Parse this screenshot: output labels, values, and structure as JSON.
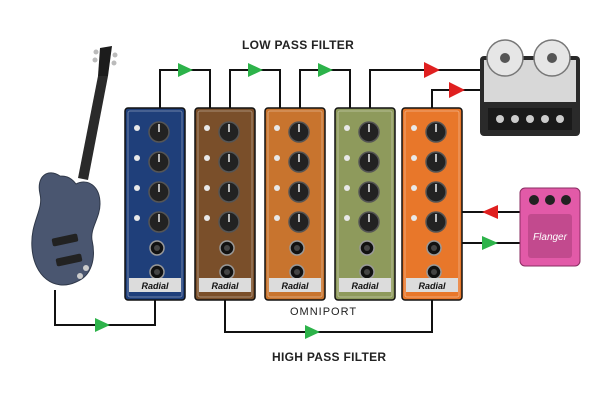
{
  "labels": {
    "top": "LOW PASS FILTER",
    "middle": "OMNIPORT",
    "bottom": "HIGH PASS FILTER"
  },
  "modules": [
    {
      "id": "blue",
      "color": "#1f3f7a",
      "brand": "Radial"
    },
    {
      "id": "brown",
      "color": "#7a4f2a",
      "brand": "Radial"
    },
    {
      "id": "orange",
      "color": "#c8742e",
      "brand": "Radial"
    },
    {
      "id": "olive",
      "color": "#8e9a5c",
      "brand": "Radial"
    },
    {
      "id": "amber",
      "color": "#e8772a",
      "brand": "Radial"
    }
  ],
  "pedal": {
    "brand": "Flanger",
    "color": "#e25aa8"
  },
  "arrow_colors": {
    "send": "#2db34a",
    "return": "#e02020"
  }
}
